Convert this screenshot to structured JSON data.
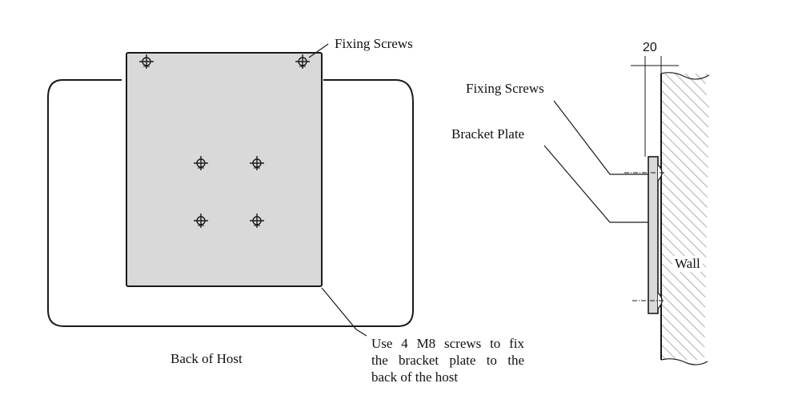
{
  "labels": {
    "fixing_screws_left": "Fixing Screws",
    "back_of_host": "Back of Host",
    "m8_note": [
      "Use 4 M8 screws to fix",
      "the bracket plate to the",
      "back of the host"
    ],
    "fixing_screws_right": "Fixing Screws",
    "bracket_plate": "Bracket Plate",
    "wall": "Wall",
    "dimension": "20"
  },
  "colors": {
    "line": "#1a1a1a",
    "plate_fill": "#d9d9d9",
    "wall_hatch": "#9a9a9a",
    "background": "#ffffff"
  }
}
